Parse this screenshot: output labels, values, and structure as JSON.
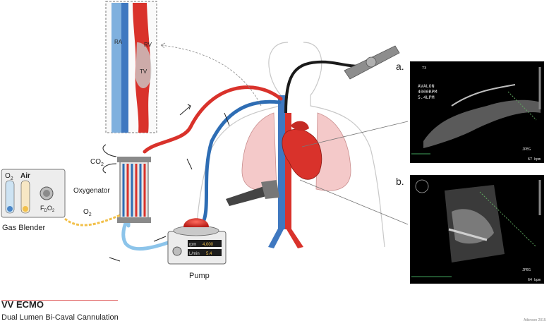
{
  "caption": {
    "title": "VV ECMO",
    "subtitle": "Dual Lumen Bi-Caval Cannulation"
  },
  "signature": "Atkinson 2015",
  "labels": {
    "gas_blender": "Gas Blender",
    "o2_gauge": "O",
    "o2_sub": "2",
    "air_gauge": "Air",
    "fdo2": "F",
    "fdo2_sub1": "D",
    "fdo2_o": "O",
    "fdo2_sub2": "2",
    "o2_line": "O",
    "o2_line_sub": "2",
    "co2": "CO",
    "co2_sub": "2",
    "oxygenator": "Oxygenator",
    "pump": "Pump",
    "ra": "RA",
    "rv": "RV",
    "tv": "TV"
  },
  "pump_display": {
    "rpm_label": "rpm",
    "rpm_value": "4,000",
    "flow_label": "L/min",
    "flow_value": "5.4"
  },
  "echo_a": {
    "marker": "a.",
    "line1": "AVALON",
    "line2": "4000RPM",
    "line3": "5.4LPM",
    "hr": "67 bpm",
    "tag": "JPEG",
    "depth": "73"
  },
  "echo_b": {
    "marker": "b.",
    "hr": "64 bpm",
    "tag": "JPEG"
  },
  "colors": {
    "oxygenated": "#d9322b",
    "deoxygenated": "#2e6db4",
    "o2_line": "#f2c04a",
    "echo_bg": "#000000",
    "lung": "#f4c9c9"
  }
}
